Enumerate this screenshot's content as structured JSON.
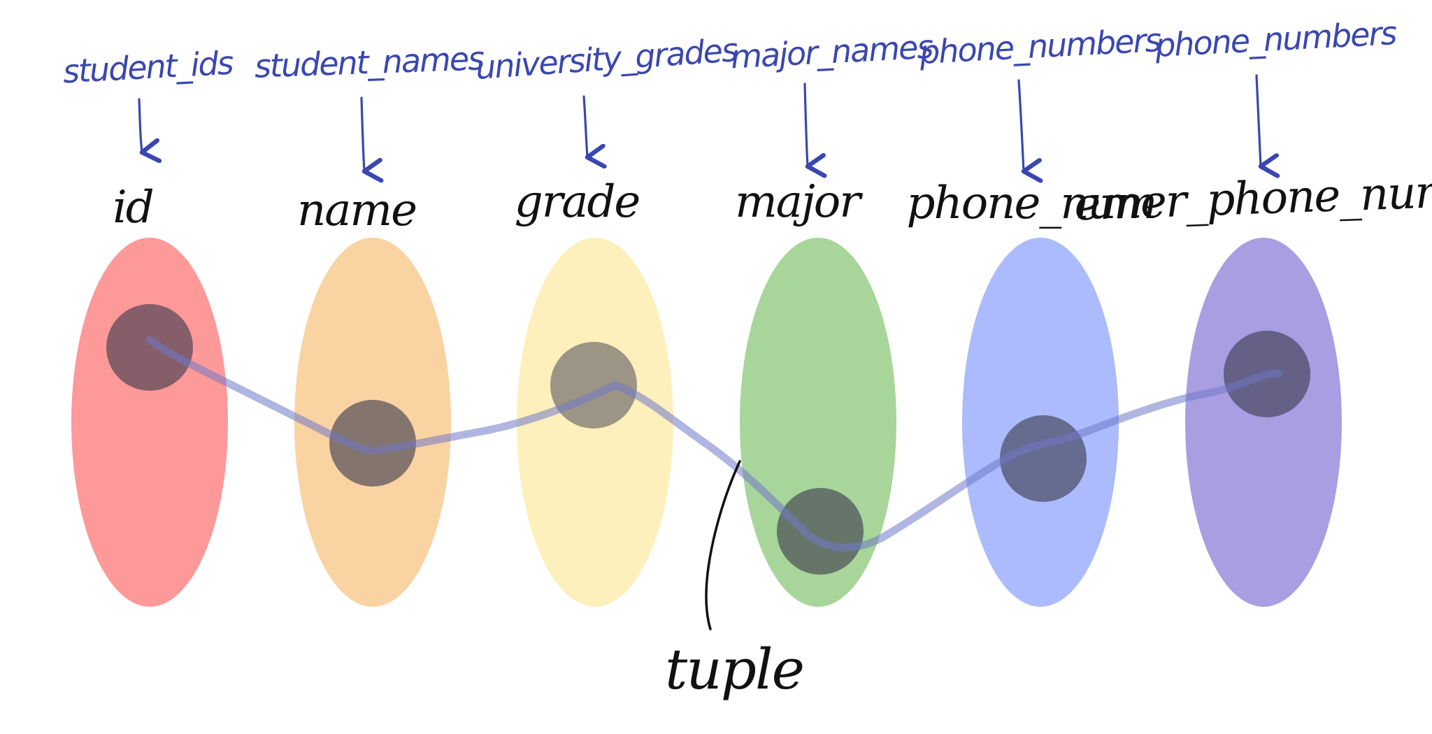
{
  "diagram": {
    "columns": [
      {
        "domain": "student_ids",
        "attribute": "id",
        "color": "#fd9999"
      },
      {
        "domain": "student_names",
        "attribute": "name",
        "color": "#fad3a2"
      },
      {
        "domain": "university_grades",
        "attribute": "grade",
        "color": "#fdf0bc"
      },
      {
        "domain": "major_names",
        "attribute": "major",
        "color": "#a8d59a"
      },
      {
        "domain": "phone_numbers",
        "attribute": "phone_num",
        "color": "#abbbfd"
      },
      {
        "domain": "phone_numbers",
        "attribute": "emer_phone_num",
        "color": "#a99ee2"
      }
    ],
    "tuple_label": "tuple",
    "domain_ink": "#3a47b0",
    "attribute_ink": "#111111",
    "tuple_line_color": "#6f78c9",
    "value_dot_color": "#3c3a4e"
  }
}
